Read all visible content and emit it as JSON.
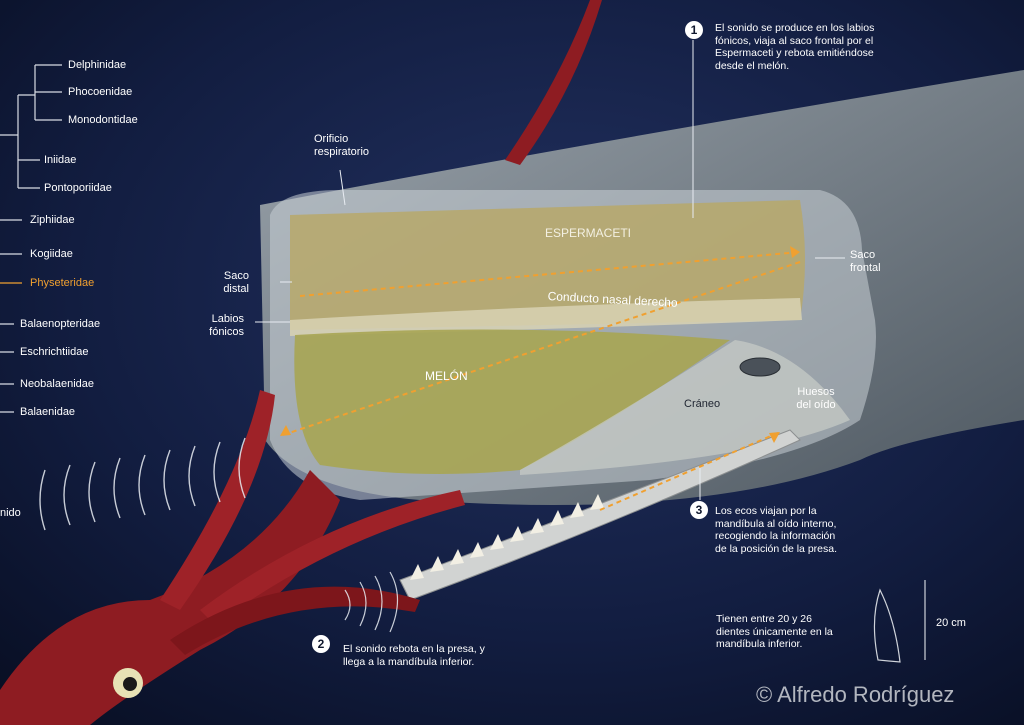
{
  "taxonomy": {
    "families": [
      "Delphinidae",
      "Phocoenidae",
      "Monodontidae",
      "Iniidae",
      "Pontoporiidae",
      "Ziphiidae",
      "Kogiidae",
      "Physeteridae",
      "Balaenopteridae",
      "Eschrichtiidae",
      "Neobalaenidae",
      "Balaenidae"
    ],
    "highlighted": "Physeteridae",
    "highlight_color": "#f0a030"
  },
  "labels": {
    "orificio": "Orificio\nrespiratorio",
    "espermaceti": "ESPERMACETI",
    "saco_frontal": "Saco\nfrontal",
    "saco_distal": "Saco\ndistal",
    "conducto": "Conducto nasal derecho",
    "labios": "Labios\nfónicos",
    "melon": "MELÓN",
    "craneo": "Cráneo",
    "huesos": "Huesos\ndel oído",
    "sonido": "nido"
  },
  "steps": [
    {
      "n": "1",
      "text": "El sonido se produce en los labios\nfónicos, viaja al saco frontal por el\nEspermaceti y rebota emitiéndose\ndesde el melón."
    },
    {
      "n": "2",
      "text": "El sonido rebota en la presa, y\nllega a la mandíbula inferior."
    },
    {
      "n": "3",
      "text": "Los ecos viajan por la\nmandíbula al oído interno,\nrecogiendo la información\nde la posición de la presa."
    }
  ],
  "teeth": {
    "text": "Tienen entre 20 y 26\ndientes únicamente en la\nmandíbula inferior.",
    "scale": "20 cm"
  },
  "credit": "© Alfredo Rodríguez",
  "colors": {
    "ocean": "#0d1632",
    "whale": "#7f8a93",
    "spermaceti": "#b7a86a",
    "melon": "#a7a553",
    "squid": "#8e1c22",
    "arrow": "#f0a030"
  }
}
